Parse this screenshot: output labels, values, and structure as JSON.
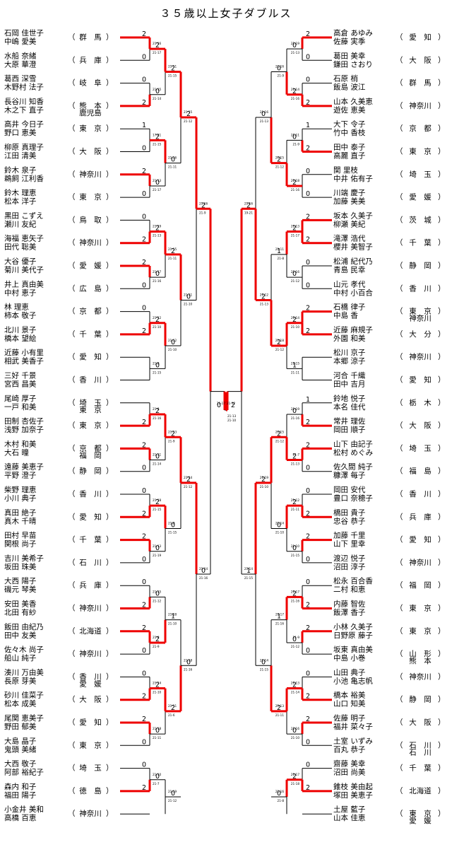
{
  "title": "３５歳以上女子ダブルス",
  "colors": {
    "win": "#ee0000",
    "line": "#000000"
  },
  "left_pairs": [
    {
      "p1": "石岡 佳世子",
      "p2": "中嶋 愛美",
      "pref1": "群　馬",
      "pref2": ""
    },
    {
      "p1": "水船 奈緒",
      "p2": "大原 華澄",
      "pref1": "兵　庫",
      "pref2": ""
    },
    {
      "p1": "葛西 深雪",
      "p2": "木野村 法子",
      "pref1": "岐　阜",
      "pref2": ""
    },
    {
      "p1": "長谷川 知香",
      "p2": "木之下 直子",
      "pref1": "熊　本",
      "pref2": "鹿児島"
    },
    {
      "p1": "高井 今日子",
      "p2": "野口 恵美",
      "pref1": "東　京",
      "pref2": ""
    },
    {
      "p1": "柳原 真理子",
      "p2": "江田 清美",
      "pref1": "大　阪",
      "pref2": ""
    },
    {
      "p1": "鈴木 泉子",
      "p2": "鵜飼 江利香",
      "pref1": "神奈川",
      "pref2": ""
    },
    {
      "p1": "鈴木 理恵",
      "p2": "松本 洋子",
      "pref1": "東　京",
      "pref2": ""
    },
    {
      "p1": "黒田 こずえ",
      "p2": "瀬川 友紀",
      "pref1": "鳥　取",
      "pref2": ""
    },
    {
      "p1": "海福 恵矢子",
      "p2": "田代 聡美",
      "pref1": "神奈川",
      "pref2": ""
    },
    {
      "p1": "大谷 優子",
      "p2": "菊川 美代子",
      "pref1": "愛　媛",
      "pref2": ""
    },
    {
      "p1": "井上 真由美",
      "p2": "中村 恵子",
      "pref1": "広　島",
      "pref2": ""
    },
    {
      "p1": "林 理恵",
      "p2": "柿本 敬子",
      "pref1": "京　都",
      "pref2": ""
    },
    {
      "p1": "北川 景子",
      "p2": "橋本 望絵",
      "pref1": "千　葉",
      "pref2": ""
    },
    {
      "p1": "近藤 小有里",
      "p2": "相武 美香子",
      "pref1": "愛　知",
      "pref2": ""
    },
    {
      "p1": "三好 千景",
      "p2": "宮西 昌美",
      "pref1": "香　川",
      "pref2": ""
    },
    {
      "p1": "尾崎 厚子",
      "p2": "一戸 和美",
      "pref1": "埼　玉",
      "pref2": "東　京"
    },
    {
      "p1": "田制 杏佐子",
      "p2": "浅野 加奈子",
      "pref1": "東　京",
      "pref2": ""
    },
    {
      "p1": "木村 和美",
      "p2": "大石 曈",
      "pref1": "京　都",
      "pref2": "福　岡"
    },
    {
      "p1": "遠藤 美恵子",
      "p2": "平野 澄子",
      "pref1": "静　岡",
      "pref2": ""
    },
    {
      "p1": "柴野 理恵",
      "p2": "小川 典子",
      "pref1": "香　川",
      "pref2": ""
    },
    {
      "p1": "真田 絶子",
      "p2": "真木 千晴",
      "pref1": "愛　知",
      "pref2": ""
    },
    {
      "p1": "田村 早苗",
      "p2": "関根 尚子",
      "pref1": "千　葉",
      "pref2": ""
    },
    {
      "p1": "吉川 美希子",
      "p2": "坂田 珠美",
      "pref1": "石　川",
      "pref2": ""
    },
    {
      "p1": "大西 陽子",
      "p2": "磯元 琴美",
      "pref1": "兵　庫",
      "pref2": ""
    },
    {
      "p1": "安田 美香",
      "p2": "北田 有紗",
      "pref1": "神奈川",
      "pref2": ""
    },
    {
      "p1": "飯田 由紀乃",
      "p2": "田中 友美",
      "pref1": "北海道",
      "pref2": ""
    },
    {
      "p1": "佐々木 尚子",
      "p2": "船山 純子",
      "pref1": "神奈川",
      "pref2": ""
    },
    {
      "p1": "湊川 万由美",
      "p2": "長原 芽美",
      "pref1": "香　川",
      "pref2": "愛　媛"
    },
    {
      "p1": "砂川 佳菜子",
      "p2": "松本 成美",
      "pref1": "大　阪",
      "pref2": ""
    },
    {
      "p1": "尾関 恵美子",
      "p2": "野田 郁美",
      "pref1": "愛　知",
      "pref2": ""
    },
    {
      "p1": "大島 晶子",
      "p2": "鬼頭 美緒",
      "pref1": "東　京",
      "pref2": ""
    },
    {
      "p1": "大西 敬子",
      "p2": "阿部 裕紀子",
      "pref1": "埼　玉",
      "pref2": ""
    },
    {
      "p1": "森内 和子",
      "p2": "福田 陽子",
      "pref1": "徳　島",
      "pref2": ""
    },
    {
      "p1": "小金井 美和",
      "p2": "高橋 百恵",
      "pref1": "神奈川",
      "pref2": ""
    }
  ],
  "right_pairs": [
    {
      "p1": "高倉 あゆみ",
      "p2": "佐藤 実季",
      "pref1": "愛　知",
      "pref2": ""
    },
    {
      "p1": "葛田 美幸",
      "p2": "鎌田 さおり",
      "pref1": "大　阪",
      "pref2": ""
    },
    {
      "p1": "石原 梢",
      "p2": "飯島 波江",
      "pref1": "群　馬",
      "pref2": ""
    },
    {
      "p1": "山本 久美恵",
      "p2": "遊佐 恵美",
      "pref1": "神奈川",
      "pref2": ""
    },
    {
      "p1": "大下 令子",
      "p2": "竹中 香枝",
      "pref1": "京　都",
      "pref2": ""
    },
    {
      "p1": "田中 泰子",
      "p2": "高麗 直子",
      "pref1": "東　京",
      "pref2": ""
    },
    {
      "p1": "関 里枝",
      "p2": "中井 佑有子",
      "pref1": "埼　玉",
      "pref2": ""
    },
    {
      "p1": "川端 慶子",
      "p2": "加藤 美美",
      "pref1": "愛　媛",
      "pref2": ""
    },
    {
      "p1": "坂本 久美子",
      "p2": "柳瀬 美紀",
      "pref1": "茨　城",
      "pref2": ""
    },
    {
      "p1": "滝澤 浩代",
      "p2": "櫻井 美智子",
      "pref1": "千　葉",
      "pref2": ""
    },
    {
      "p1": "松浦 紀代乃",
      "p2": "青島 民幸",
      "pref1": "静　岡",
      "pref2": ""
    },
    {
      "p1": "山元 孝代",
      "p2": "中村 小百合",
      "pref1": "香　川",
      "pref2": ""
    },
    {
      "p1": "石橋 律子",
      "p2": "中島 香",
      "pref1": "東　京",
      "pref2": "神奈川"
    },
    {
      "p1": "近藤 麻規子",
      "p2": "外園 和美",
      "pref1": "大　分",
      "pref2": ""
    },
    {
      "p1": "松川 京子",
      "p2": "本郷 涼子",
      "pref1": "神奈川",
      "pref2": ""
    },
    {
      "p1": "河合 千織",
      "p2": "田中 吉月",
      "pref1": "愛　知",
      "pref2": ""
    },
    {
      "p1": "鈴地 悦子",
      "p2": "本名 佳代",
      "pref1": "栃　木",
      "pref2": ""
    },
    {
      "p1": "常井 理佐",
      "p2": "岡田 順子",
      "pref1": "大　阪",
      "pref2": ""
    },
    {
      "p1": "山下 由記子",
      "p2": "松村 めぐみ",
      "pref1": "埼　玉",
      "pref2": ""
    },
    {
      "p1": "佐久間 純子",
      "p2": "糠澤 每子",
      "pref1": "福　島",
      "pref2": ""
    },
    {
      "p1": "岡田 安代",
      "p2": "豊口 奈穂子",
      "pref1": "香　川",
      "pref2": ""
    },
    {
      "p1": "橋田 貴子",
      "p2": "忠谷 恭子",
      "pref1": "兵　庫",
      "pref2": ""
    },
    {
      "p1": "加藤 千里",
      "p2": "山下 里幸",
      "pref1": "愛　知",
      "pref2": ""
    },
    {
      "p1": "渡辺 悦子",
      "p2": "沼田 淳子",
      "pref1": "神奈川",
      "pref2": ""
    },
    {
      "p1": "松永 百合香",
      "p2": "二村 和恵",
      "pref1": "福　岡",
      "pref2": ""
    },
    {
      "p1": "内藤 智佐",
      "p2": "飯澤 香子",
      "pref1": "東　京",
      "pref2": ""
    },
    {
      "p1": "小林 久美子",
      "p2": "日野原 藤子",
      "pref1": "東　京",
      "pref2": ""
    },
    {
      "p1": "坂東 真由美",
      "p2": "中島 小巻",
      "pref1": "山　形",
      "pref2": "熊　本"
    },
    {
      "p1": "山田 典子",
      "p2": "小池 亀志帆",
      "pref1": "神奈川",
      "pref2": ""
    },
    {
      "p1": "橋本 裕美",
      "p2": "山口 知美",
      "pref1": "静　岡",
      "pref2": ""
    },
    {
      "p1": "佐藤 明子",
      "p2": "福井 菜々子",
      "pref1": "大　阪",
      "pref2": ""
    },
    {
      "p1": "土室 いずみ",
      "p2": "百丸 恭子",
      "pref1": "石　川",
      "pref2": "石　川"
    },
    {
      "p1": "齋藤 美幸",
      "p2": "沼田 尚美",
      "pref1": "千　葉",
      "pref2": ""
    },
    {
      "p1": "錐枝 美由起",
      "p2": "塚田 美恵子",
      "pref1": "北海道",
      "pref2": ""
    },
    {
      "p1": "土屋 藍子",
      "p2": "山本 佳恵",
      "pref1": "東　京",
      "pref2": "愛　媛"
    }
  ],
  "left_results": [
    "2",
    "0",
    "0",
    "2",
    "1",
    "0",
    "2",
    "0",
    "0",
    "2",
    "2",
    "0",
    "0",
    "2",
    "",
    "",
    "",
    "2",
    "2",
    "0",
    "0",
    "2",
    "2",
    "0",
    "0",
    "2",
    "2",
    "0",
    "0",
    "2",
    "2",
    "0",
    "0",
    "2",
    "",
    "2"
  ],
  "right_results": [
    "2",
    "0",
    "0",
    "2",
    "1",
    "2",
    "0",
    "0",
    "2",
    "2",
    "0",
    "0",
    "2",
    "2",
    "",
    "",
    "1",
    "2",
    "2",
    "0",
    "0",
    "2",
    "2",
    "0",
    "0",
    "2",
    "2",
    "0",
    "0",
    "2",
    "2",
    "0",
    "0",
    "2",
    "",
    "2"
  ],
  "bracket_results": {
    "left_r2": [
      "2",
      "0",
      "2",
      "0",
      "2",
      "0",
      "2",
      "0",
      "2",
      "0",
      "2",
      "0",
      "0",
      "2",
      "2",
      "0",
      "0",
      "2"
    ],
    "left_r3": [
      "2",
      "0",
      "2",
      "0",
      "2",
      "0",
      "1",
      "2",
      "0",
      "2"
    ],
    "left_r4": [
      "2",
      "0",
      "2",
      "0",
      "0",
      "2"
    ],
    "left_r5": [
      "2",
      "0"
    ],
    "right_r2": [
      "0",
      "2",
      "0",
      "2",
      "2",
      "0",
      "2",
      "1",
      "0",
      "2",
      "2",
      "0",
      "2",
      "0",
      "2",
      "0",
      "2",
      "2"
    ],
    "right_r3": [
      "0",
      "2",
      "1",
      "2",
      "2",
      "0",
      "1",
      "2",
      "0",
      "2"
    ],
    "right_r4": [
      "0",
      "2",
      "2",
      "0",
      "1",
      "2"
    ],
    "right_r5": [
      "2",
      "1"
    ],
    "final": [
      "0",
      "2"
    ]
  },
  "scores": {
    "left_r1": [
      "21-16 21-17",
      "21-15 21-14",
      "17-21 21-15",
      "21-13 21-17",
      "21-19 21-13",
      "21-17 21-16",
      "21-12 21-10",
      "21-8 21-15",
      "21-6 21-16",
      "21-11 21-14",
      "21-18 21-15",
      "21-13 21-19",
      "21-15 21-12",
      "21-8 21-9",
      "21-14 21-10",
      "21-18 21-11",
      "21-10 21-7"
    ],
    "left_r2": [
      "21-11 21-15",
      "21-16 21-11",
      "21-15 21-11",
      "21-12 21-10",
      "21-13 21-9",
      "21-8 21-15",
      "21-18 21-10",
      "21-11 21-6",
      "21-19 21-12"
    ],
    "left_r3": [
      "21-15 21-12",
      "21-11 21-10",
      "21-14 21-12",
      "21-18 21-16",
      "21-16 21-15"
    ],
    "left_r4": [
      "21-16 21-9",
      "21-14 21-16",
      "21-15 21-14"
    ],
    "left_final": "21-12 21-15",
    "right_r1": [
      "21-19 21-13",
      "21-14 21-16",
      "21-11 21-9",
      "21-18 21-16",
      "21-13 21-17",
      "21-16 21-12",
      "21-14 21-10",
      "21-15 21-11",
      "21-19 21-16",
      "21-7 21-13",
      "21-12 21-11",
      "21-10 21-15",
      "21-17 21-16",
      "21-9 21-12",
      "21-13 21-14",
      "21-16 21-10",
      "21-17 21-18"
    ],
    "right_r2": [
      "21-16 21-9",
      "21-15 21-12",
      "21-11 21-8",
      "21-18 21-12",
      "21-15 21-12",
      "21-14 21-10",
      "21-17 21-16",
      "21-13 21-11",
      "21-16 21-8"
    ],
    "right_r3": [
      "21-16 21-13",
      "21-12 21-13",
      "21-19 21-10",
      "21-14 21-15",
      "21-12 21-10"
    ],
    "right_r4": [
      "21-16 19-21",
      "21-14 21-15",
      "21-15 21-14"
    ],
    "right_final": "21-17 21-16",
    "final": "21-13 21-10"
  }
}
